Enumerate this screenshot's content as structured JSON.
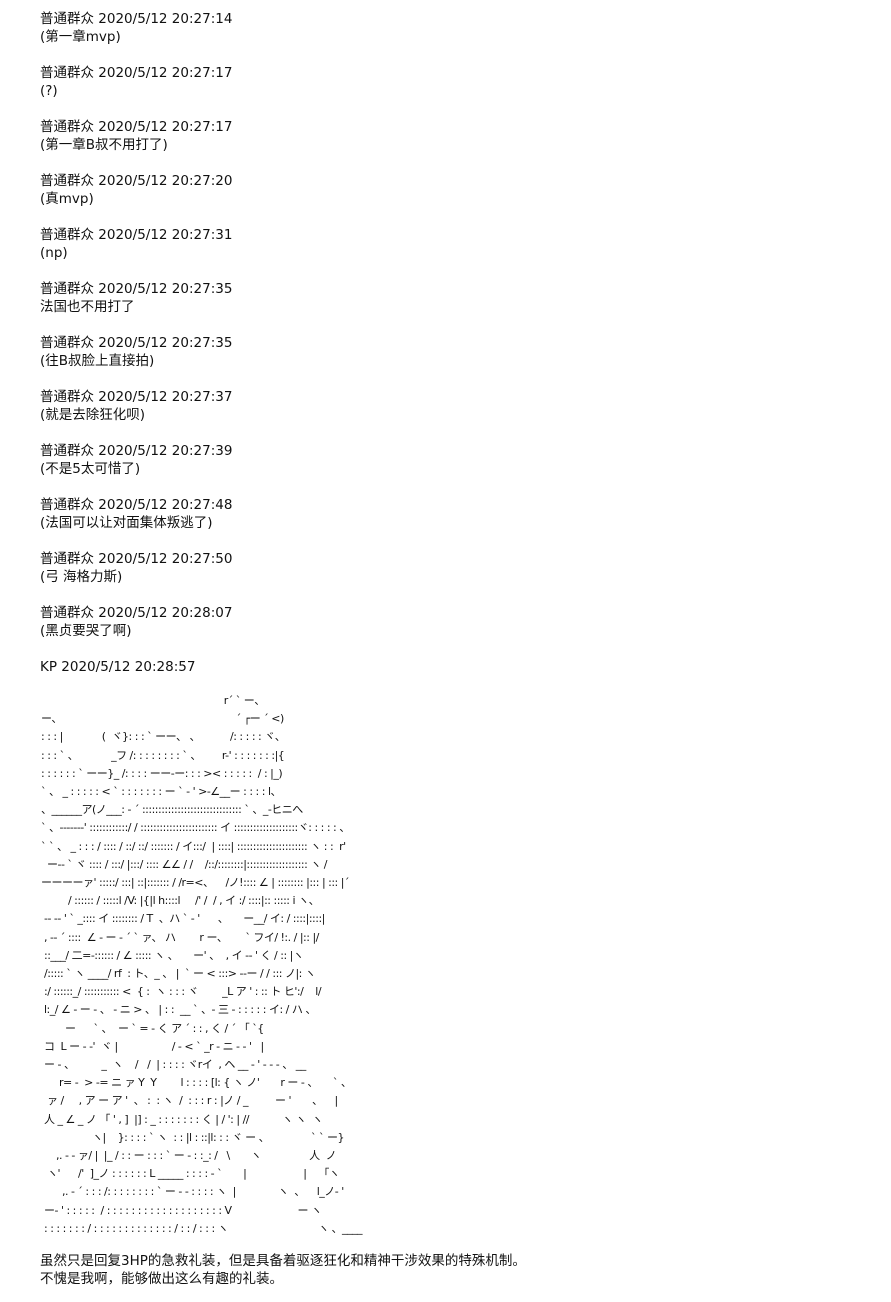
{
  "chat": {
    "messages": [
      {
        "header": "普通群众 2020/5/12 20:27:14",
        "text": "(第一章mvp)"
      },
      {
        "header": "普通群众 2020/5/12 20:27:17",
        "text": "(?)"
      },
      {
        "header": "普通群众 2020/5/12 20:27:17",
        "text": "(第一章B叔不用打了)"
      },
      {
        "header": "普通群众 2020/5/12 20:27:20",
        "text": "(真mvp)"
      },
      {
        "header": "普通群众 2020/5/12 20:27:31",
        "text": "(np)"
      },
      {
        "header": "普通群众 2020/5/12 20:27:35",
        "text": "法国也不用打了"
      },
      {
        "header": "普通群众 2020/5/12 20:27:35",
        "text": "(往B叔脸上直接拍)"
      },
      {
        "header": "普通群众 2020/5/12 20:27:37",
        "text": "(就是去除狂化呗)"
      },
      {
        "header": "普通群众 2020/5/12 20:27:39",
        "text": "(不是5太可惜了)"
      },
      {
        "header": "普通群众 2020/5/12 20:27:48",
        "text": "(法国可以让对面集体叛逃了)"
      },
      {
        "header": "普通群众 2020/5/12 20:27:50",
        "text": "(弓 海格力斯)"
      },
      {
        "header": "普通群众 2020/5/12 20:28:07",
        "text": "(黑贞要哭了啊)"
      }
    ]
  },
  "kp": {
    "header": "KP 2020/5/12 20:28:57",
    "ascii_art": "                                                              r´ ` ー、\n ー、                                                          ´ ┌ー ´ <)\n : : : |             (  ヾ}: : : ` ーー、 、          /: : : : : ヾ、\n : : : ` 、           _フ /: : : : : : : : ` 、       r-' : : : : : : :|{\n : : : : : : ` ーー}_ /: : : : ーー-ー: : : >< : : : : :  / : |_)\n ` 、 _ : : : : : < ` : : : : : : : ー ` - ' >-∠__ー : : : : l、\n 、______ア(ノ___: - ´ ::::::::::::::::::::::::::::::: ` 、_-ヒニへ\n ` 、-------' ::::::::::::/ / :::::::::::::::::::::::: イ ::::::::::::::::::::ヾ: : : : : 、\n ` ` 、 _ : : : / :::: / ::/ ::/ ::::::: / イ:::/  | ::::| :::::::::::::::::::::: ヽ : :  r'\n   ー-- ` ヾ :::: / :::/ |:::/ :::: ∠∠ / /    /::/::::::::|::::::::::::::::::: ヽ /\n ーーーーァ' :::::/ :::| ::|::::::: / /r=<、    /ノ!:::: ∠ | :::::::: |::: | ::: |´\n          / :::::: / :::::l /V: |{|l h::::l     /' /  / , イ :/ ::::|:: ::::: i ヽ、\n  -- -- ' ` _:::: イ :::::::: / T  、ハ ` - '      、     ー__/ イ: / ::::|::::|\n  , -- ´ ::::  ∠ - ー - ´ ` ァ、 ハ        r ー、      ` フイ/ !:. / |:: |/\n  ::___/ 二=-:::::: / ∠ ::::: ヽ 、     ー' 、  , イ -- ' く / :: |ヽ\n  /::::: ` ヽ ____/ rf  : ト、_ 、 |  ` ー < :::> --ー / / ::: ノ|: ヽ\n  :/ ::::::_/ ::::::::::: <  { :  ヽ : : : ヾ        _L ア ' : :: ト ヒ':/    l/\n  l:_/ ∠ - ー - 、 - ニ > 、 | : :  __ ` 、- 三 - : : : : : イ: / ハ 、\n         ー      ` 、  ー ` = - く ア ´ : : , く / ´ 「 `{\n  コ  L ー - -'  ヾ |                  / - < ` _r - ニ - - '   |\n  ー - 、         _  ヽ    /   /  | : : : : ヾrイ  , ヘ __ - ' - - - 、 __\n       r= -  > -= ニ ァ Y  Y        l : : : : [l: { ヽ ノ'       r ー - 、     ` 、\n   ァ /     , ア ー ア '  、 :  : ヽ  /  : : : r : |ノ / _         ー '       、    |\n  人 _ ∠ _ ノ 「 ' , ]  |] : _ : : : : : : : く | / ': | //           ヽ ヽ  ヽ\n                  ヽ|    }: : : : ` ヽ  : : |l : ::|l: : : ヾ ー 、              ` ` ー}\n      ,. - - ァ/ |  |_ / : : ー : : : ` ー - : :_: /   \\       ヽ                人  ノ\n   ヽ'      /'  ]_ノ : : : : : : L _____ : : : : - `       |                   |    「ヽ\n        ,. - ´ : : : /: : : : : : : : ` ー - - : : : : ヽ  |              ヽ  、    l_ノ- '\n  ー- ' : : : : :  / : : : : : : : : : : : : : : : : : : : V                      ー ヽ\n  : : : : : : : / : : : : : : : : : : : : : / : : / : : : ヽ                              ヽ 、____"
  },
  "narration": {
    "line1": "虽然只是回复3HP的急救礼装，但是具备着驱逐狂化和精神干涉效果的特殊机制。",
    "line2": "不愧是我啊，能够做出这么有趣的礼装。"
  }
}
